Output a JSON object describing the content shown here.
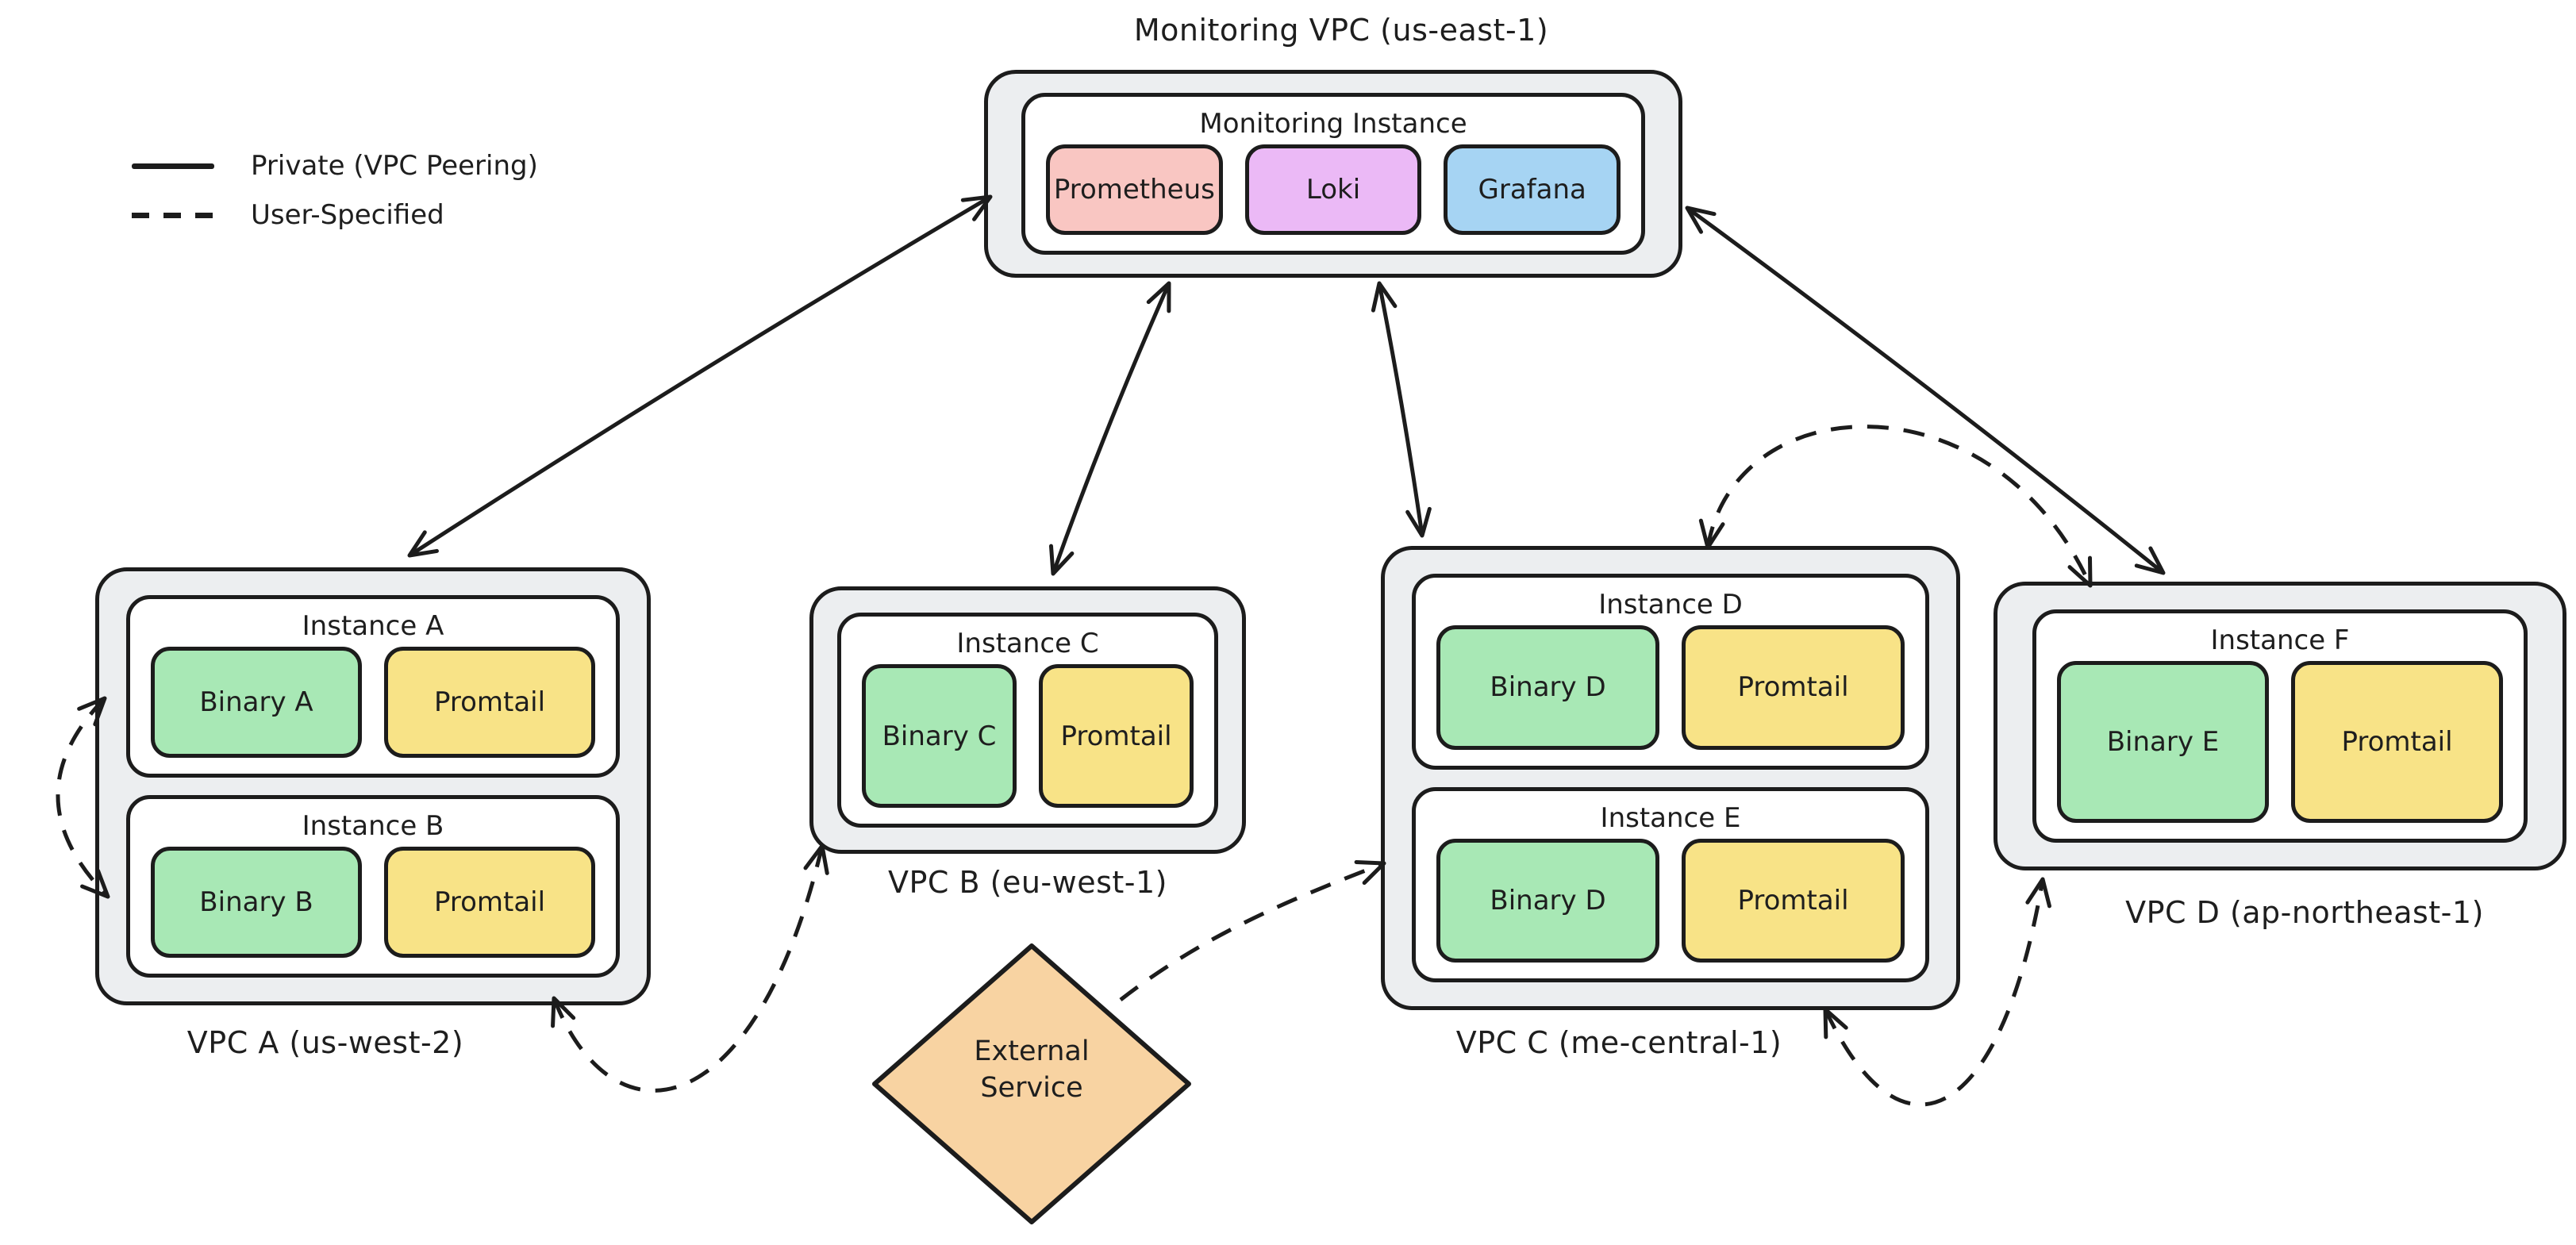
{
  "legend": {
    "items": [
      {
        "line_style": "solid",
        "label": "Private (VPC Peering)"
      },
      {
        "line_style": "dashed",
        "label": "User-Specified"
      }
    ]
  },
  "monitoring": {
    "label": "Monitoring VPC (us-east-1)",
    "instance": {
      "title": "Monitoring Instance",
      "services": [
        {
          "label": "Prometheus",
          "color": "#f9c6c2"
        },
        {
          "label": "Loki",
          "color": "#ebb9f6"
        },
        {
          "label": "Grafana",
          "color": "#a6d4f3"
        }
      ]
    }
  },
  "vpcs": [
    {
      "label": "VPC A (us-west-2)",
      "instances": [
        {
          "title": "Instance A",
          "services": [
            {
              "label": "Binary A",
              "color": "#a8e8b5"
            },
            {
              "label": "Promtail",
              "color": "#f8e387"
            }
          ]
        },
        {
          "title": "Instance B",
          "services": [
            {
              "label": "Binary B",
              "color": "#a8e8b5"
            },
            {
              "label": "Promtail",
              "color": "#f8e387"
            }
          ]
        }
      ]
    },
    {
      "label": "VPC B (eu-west-1)",
      "instances": [
        {
          "title": "Instance C",
          "services": [
            {
              "label": "Binary C",
              "color": "#a8e8b5"
            },
            {
              "label": "Promtail",
              "color": "#f8e387"
            }
          ]
        }
      ]
    },
    {
      "label": "VPC C (me-central-1)",
      "instances": [
        {
          "title": "Instance D",
          "services": [
            {
              "label": "Binary D",
              "color": "#a8e8b5"
            },
            {
              "label": "Promtail",
              "color": "#f8e387"
            }
          ]
        },
        {
          "title": "Instance E",
          "services": [
            {
              "label": "Binary D",
              "color": "#a8e8b5"
            },
            {
              "label": "Promtail",
              "color": "#f8e387"
            }
          ]
        }
      ]
    },
    {
      "label": "VPC D (ap-northeast-1)",
      "instances": [
        {
          "title": "Instance F",
          "services": [
            {
              "label": "Binary E",
              "color": "#a8e8b5"
            },
            {
              "label": "Promtail",
              "color": "#f8e387"
            }
          ]
        }
      ]
    }
  ],
  "external_service": {
    "line1": "External",
    "line2": "Service",
    "color": "#f8d3a2"
  },
  "edges": [
    {
      "from": "monitoring-instance",
      "to": "vpc-a",
      "type": "Private (VPC Peering)",
      "bidirectional": true
    },
    {
      "from": "monitoring-instance",
      "to": "vpc-b",
      "type": "Private (VPC Peering)",
      "bidirectional": true
    },
    {
      "from": "monitoring-instance",
      "to": "vpc-c",
      "type": "Private (VPC Peering)",
      "bidirectional": true
    },
    {
      "from": "monitoring-instance",
      "to": "vpc-d",
      "type": "Private (VPC Peering)",
      "bidirectional": true
    },
    {
      "from": "vpc-a-instance-a",
      "to": "vpc-a-instance-b",
      "type": "User-Specified",
      "bidirectional": true
    },
    {
      "from": "vpc-a-instance-b",
      "to": "vpc-b-instance-c",
      "type": "User-Specified",
      "bidirectional": true
    },
    {
      "from": "external-service",
      "to": "vpc-c-instance-e",
      "type": "User-Specified",
      "bidirectional": false
    },
    {
      "from": "vpc-c-instance-d",
      "to": "vpc-d-instance-f",
      "type": "User-Specified",
      "bidirectional": true
    },
    {
      "from": "vpc-c-instance-e",
      "to": "vpc-d-instance-f",
      "type": "User-Specified",
      "bidirectional": true
    }
  ],
  "colors": {
    "background": "#ffffff",
    "vpc_fill": "#eceef0",
    "stroke": "#1c1c1c",
    "text": "#1e1e1e"
  }
}
